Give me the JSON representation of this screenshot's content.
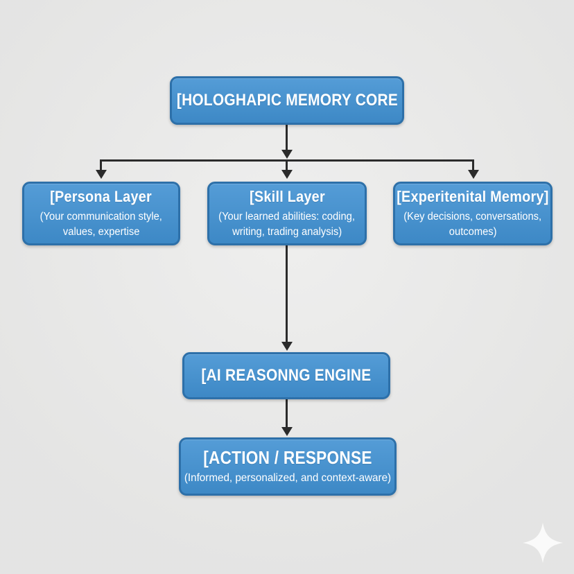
{
  "diagram": {
    "colors": {
      "background": "#e9e9e8",
      "node_fill": "#4191d2",
      "node_border": "#2d70a9",
      "node_text": "#ffffff",
      "connector": "#2b2b2b",
      "sparkle": "#ffffff"
    },
    "nodes": {
      "memory_core": {
        "title": "[HOLOGHAPIC MEMORY CORE"
      },
      "persona_layer": {
        "title": "[Persona Layer",
        "line1": "(Your communication style,",
        "line2": "values, expertise"
      },
      "skill_layer": {
        "title": "[Skill Layer",
        "line1": "(Your learned abilities: coding,",
        "line2": "writing, trading analysis)"
      },
      "experiential_memory": {
        "title": "[Experitenital Memory]",
        "line1": "(Key decisions, conversations,",
        "line2": "outcomes)"
      },
      "ai_reasoning_engine": {
        "title": "[AI REASONNG ENGINE"
      },
      "action_response": {
        "title": "[ACTION / RESPONSE",
        "line1": "(Informed, personalized, and context-aware)"
      }
    }
  }
}
